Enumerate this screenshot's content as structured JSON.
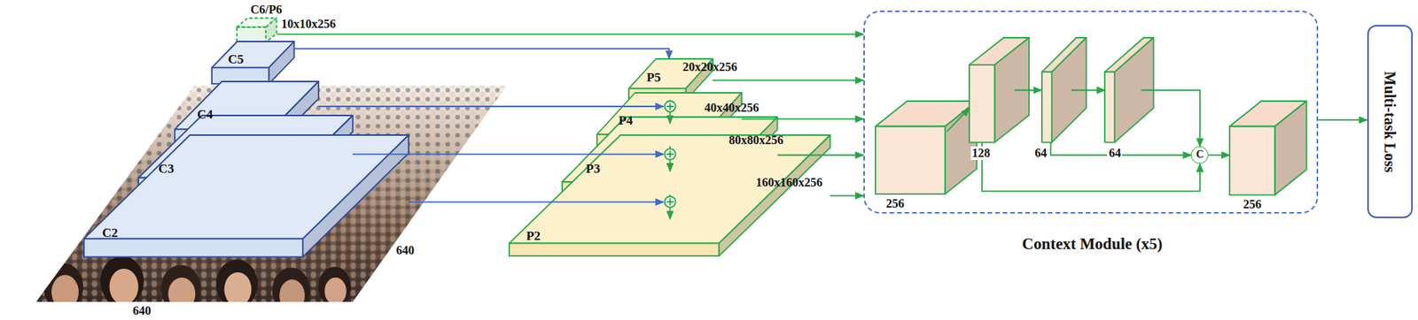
{
  "diagram": {
    "nodes": [
      {
        "text": [
          "C6/P6"
        ]
      },
      {
        "text": [
          "C5"
        ]
      },
      {
        "text": [
          "C4"
        ]
      },
      {
        "text": [
          "C3"
        ]
      },
      {
        "text": [
          "C2"
        ]
      },
      {
        "text": [
          "P5"
        ]
      },
      {
        "text": [
          "P4"
        ]
      },
      {
        "text": [
          "P3"
        ]
      },
      {
        "text": [
          "P2"
        ]
      },
      {
        "text": [
          "Context Module (x5)"
        ]
      },
      {
        "text": [
          "256"
        ],
        "in": 9
      },
      {
        "text": [
          "128"
        ],
        "in": 9
      },
      {
        "text": [
          "64"
        ],
        "in": 9
      },
      {
        "text": [
          "64"
        ],
        "in": 9
      },
      {
        "text": [
          "C"
        ],
        "in": 9
      },
      {
        "text": [
          "256"
        ],
        "in": 9
      },
      {
        "text": [
          "Multi-task Loss"
        ]
      }
    ],
    "edges": [
      {
        "from": 1,
        "to": 5,
        "arrow": "to"
      },
      {
        "from": 2,
        "to": 6,
        "arrow": "to"
      },
      {
        "from": 3,
        "to": 7,
        "arrow": "to"
      },
      {
        "from": 4,
        "to": 8,
        "arrow": "to"
      },
      {
        "from": 5,
        "to": 6,
        "arrow": "to"
      },
      {
        "from": 6,
        "to": 7,
        "arrow": "to"
      },
      {
        "from": 7,
        "to": 8,
        "arrow": "to"
      },
      {
        "from": 0,
        "to": 9,
        "arrow": "to"
      },
      {
        "from": 5,
        "to": 9,
        "arrow": "to"
      },
      {
        "from": 6,
        "to": 9,
        "arrow": "to"
      },
      {
        "from": 7,
        "to": 9,
        "arrow": "to"
      },
      {
        "from": 8,
        "to": 9,
        "arrow": "to"
      },
      {
        "from": 10,
        "to": 11,
        "arrow": "to"
      },
      {
        "from": 11,
        "to": 12,
        "arrow": "to"
      },
      {
        "from": 12,
        "to": 13,
        "arrow": "to"
      },
      {
        "from": 13,
        "to": 14,
        "arrow": "to"
      },
      {
        "from": 12,
        "to": 14,
        "arrow": "to"
      },
      {
        "from": 11,
        "to": 14,
        "arrow": "to"
      },
      {
        "from": 14,
        "to": 15,
        "arrow": "to"
      },
      {
        "from": 9,
        "to": 16,
        "arrow": "to"
      }
    ],
    "labels": [
      "10x10x256",
      "640",
      "640",
      "20x20x256",
      "40x40x256",
      "80x80x256",
      "160x160x256"
    ]
  }
}
